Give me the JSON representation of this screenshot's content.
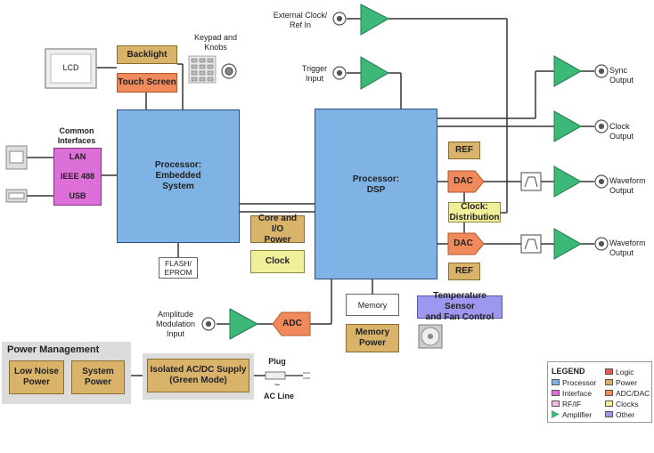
{
  "blocks": {
    "backlight": "Backlight",
    "touch_screen": "Touch Screen",
    "lcd": "LCD",
    "keypad": "Keypad and\nKnobs",
    "common_interfaces": "Common\nInterfaces",
    "lan": "LAN",
    "ieee488": "IEEE 488",
    "usb": "USB",
    "proc_embedded": "Processor:\nEmbedded\nSystem",
    "proc_dsp": "Processor:\nDSP",
    "core_io_power": "Core and I/O\nPower",
    "clock": "Clock",
    "flash": "FLASH/\nEPROM",
    "ref_top": "REF",
    "dac_top": "DAC",
    "clock_dist": "Clock:\nDistribution",
    "dac_bottom": "DAC",
    "ref_bottom": "REF",
    "memory": "Memory",
    "memory_power": "Memory\nPower",
    "temp_sensor": "Temperature Sensor\nand Fan Control",
    "adc": "ADC",
    "amp_mod": "Amplitude\nModulation\nInput",
    "ext_clock": "External Clock/\nRef In",
    "trigger": "Trigger\nInput",
    "sync_out": "Sync\nOutput",
    "clock_out": "Clock\nOutput",
    "waveform_out_1": "Waveform\nOutput",
    "waveform_out_2": "Waveform\nOutput",
    "power_management": "Power Management",
    "low_noise_power": "Low Noise\nPower",
    "system_power": "System\nPower",
    "isolated_supply": "Isolated AC/DC Supply\n(Green Mode)",
    "plug": "Plug",
    "ac_line": "AC Line",
    "ac_symbol": "~"
  },
  "legend": {
    "title": "LEGEND",
    "items": [
      {
        "label": "Processor",
        "color": "#7fb3e6"
      },
      {
        "label": "Interface",
        "color": "#dc6fd8"
      },
      {
        "label": "RF/IF",
        "color": "#f3b8e6"
      },
      {
        "label": "Amplifier",
        "color": "#3cb878"
      },
      {
        "label": "Logic",
        "color": "#e05a5a"
      },
      {
        "label": "Power",
        "color": "#d9b36a"
      },
      {
        "label": "ADC/DAC",
        "color": "#f08a5d"
      },
      {
        "label": "Clocks",
        "color": "#f2ef9a"
      },
      {
        "label": "Other",
        "color": "#9d97ef"
      }
    ]
  },
  "colors": {
    "amplifier": "#3cb878",
    "processor": "#7fb3e6",
    "power": "#d9b36a",
    "logic": "#f08a5d",
    "interface": "#dc6fd8",
    "clock": "#f2ef9a",
    "other": "#9d97ef"
  }
}
